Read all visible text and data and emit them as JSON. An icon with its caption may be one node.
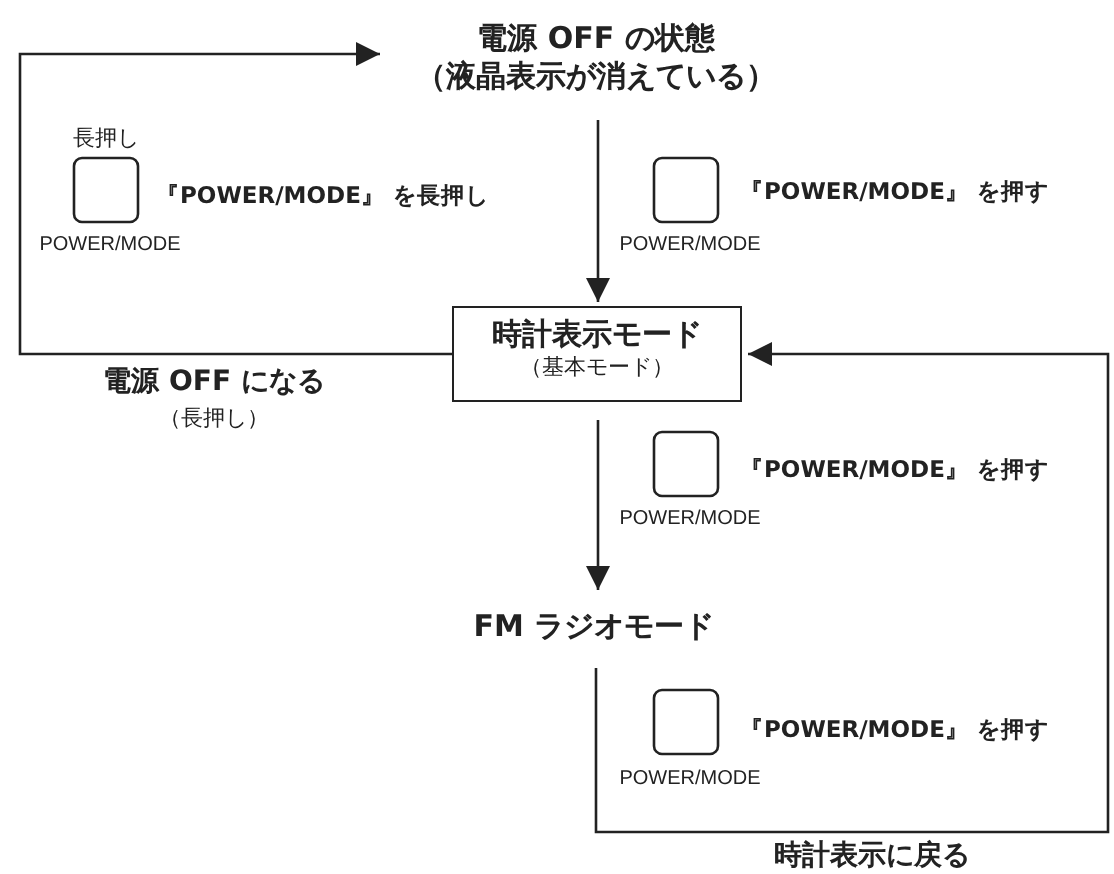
{
  "diagram": {
    "nodes": [
      {
        "text": [
          "電源 OFF の状態",
          "（液晶表示が消えている）"
        ]
      },
      {
        "text": [
          "時計表示モード",
          "（基本モード）"
        ]
      },
      {
        "text": [
          "FM ラジオモード"
        ]
      }
    ],
    "edges": [
      {
        "from": 1,
        "to": 0,
        "arrow": "to"
      },
      {
        "from": 0,
        "to": 1,
        "arrow": "to"
      },
      {
        "from": 1,
        "to": 2,
        "arrow": "to"
      },
      {
        "from": 2,
        "to": 1,
        "arrow": "to"
      }
    ],
    "labels": [
      "長押し",
      "『POWER/MODE』 を長押し",
      "POWER/MODE",
      "『POWER/MODE』 を押す",
      "POWER/MODE",
      "電源 OFF になる",
      "（長押し）",
      "『POWER/MODE』 を押す",
      "POWER/MODE",
      "『POWER/MODE』 を押す",
      "POWER/MODE",
      "時計表示に戻る"
    ]
  }
}
